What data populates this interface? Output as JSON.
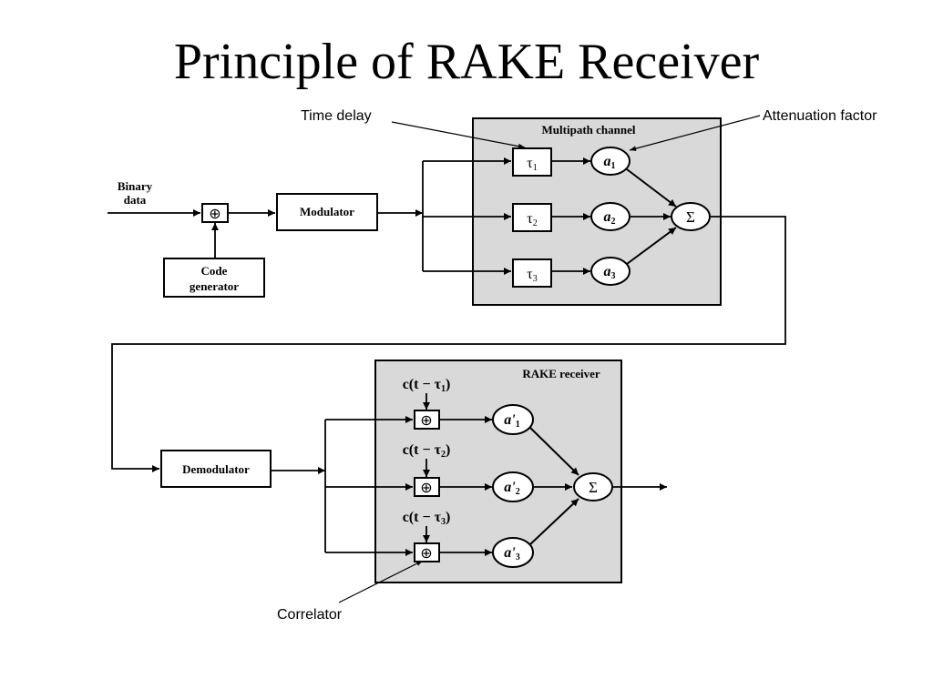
{
  "title": "Principle of RAKE Receiver",
  "callouts": {
    "time_delay": "Time delay",
    "attenuation_factor": "Attenuation factor",
    "correlator": "Correlator"
  },
  "transmitter": {
    "input_label_line1": "Binary",
    "input_label_line2": "data",
    "xor_symbol": "⊕",
    "code_generator_line1": "Code",
    "code_generator_line2": "generator",
    "modulator": "Modulator"
  },
  "channel": {
    "title": "Multipath channel",
    "delays": [
      {
        "base": "τ",
        "sub": "1"
      },
      {
        "base": "τ",
        "sub": "2"
      },
      {
        "base": "τ",
        "sub": "3"
      }
    ],
    "gains": [
      {
        "base": "a",
        "sub": "1"
      },
      {
        "base": "a",
        "sub": "2"
      },
      {
        "base": "a",
        "sub": "3"
      }
    ],
    "sum_symbol": "Σ"
  },
  "receiver": {
    "title": "RAKE receiver",
    "demodulator": "Demodulator",
    "correlator_symbol": "⊕",
    "codes": [
      {
        "prefix": "c(t − τ",
        "sub": "1",
        "suffix": ")"
      },
      {
        "prefix": "c(t − τ",
        "sub": "2",
        "suffix": ")"
      },
      {
        "prefix": "c(t − τ",
        "sub": "3",
        "suffix": ")"
      }
    ],
    "weights": [
      {
        "base": "a'",
        "sub": "1"
      },
      {
        "base": "a'",
        "sub": "2"
      },
      {
        "base": "a'",
        "sub": "3"
      }
    ],
    "sum_symbol": "Σ"
  },
  "colors": {
    "panel_fill": "#d9d9d9",
    "line": "#000000"
  }
}
